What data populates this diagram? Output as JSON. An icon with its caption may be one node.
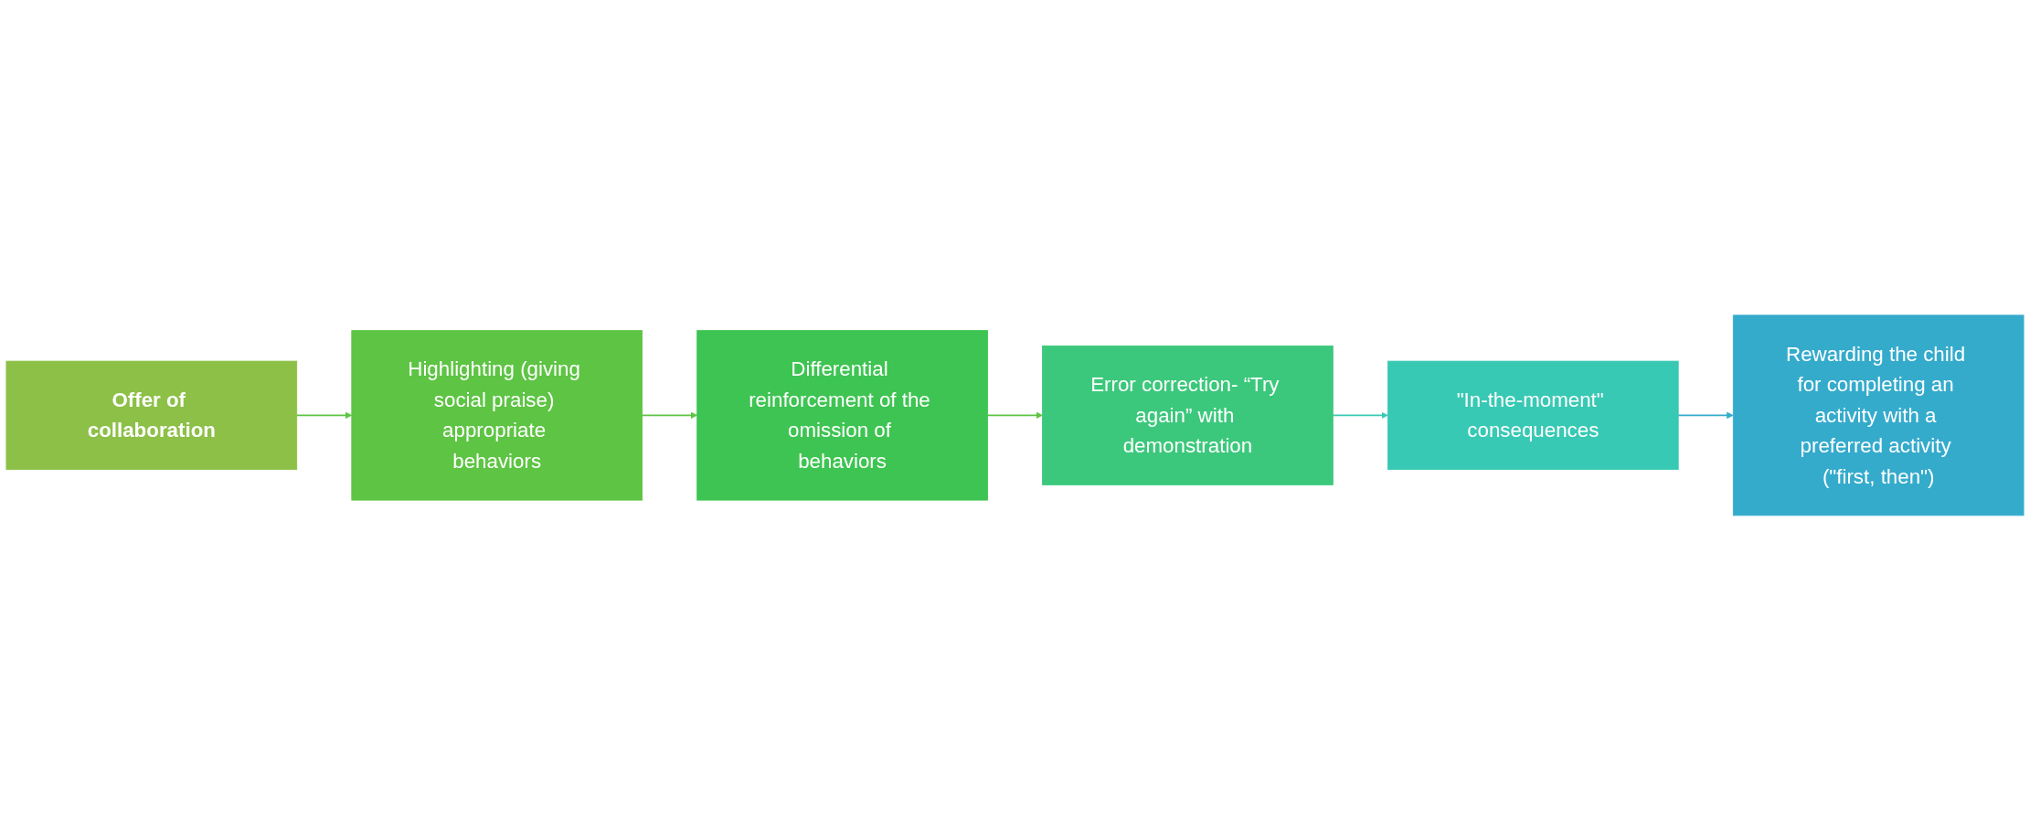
{
  "diagram": {
    "nodes": [
      {
        "text": [
          "Offer of collaboration"
        ]
      },
      {
        "text": [
          "Highlighting (giving social praise) appropriate behaviors"
        ]
      },
      {
        "text": [
          "Differential reinforcement of the omission of behaviors"
        ]
      },
      {
        "text": [
          "Error correction- “Try again” with demonstration"
        ]
      },
      {
        "text": [
          "\"In-the-moment\" consequences"
        ]
      },
      {
        "text": [
          "Rewarding the child for completing an activity with a preferred activity (\"first, then\")"
        ]
      }
    ],
    "edges": [
      {
        "from": 0,
        "to": 1,
        "arrow": "to"
      },
      {
        "from": 1,
        "to": 2,
        "arrow": "to"
      },
      {
        "from": 2,
        "to": 3,
        "arrow": "to"
      },
      {
        "from": 3,
        "to": 4,
        "arrow": "to",
        "color": "#38c9b4"
      },
      {
        "from": 4,
        "to": 5,
        "arrow": "to",
        "color": "#35abcc"
      }
    ]
  }
}
